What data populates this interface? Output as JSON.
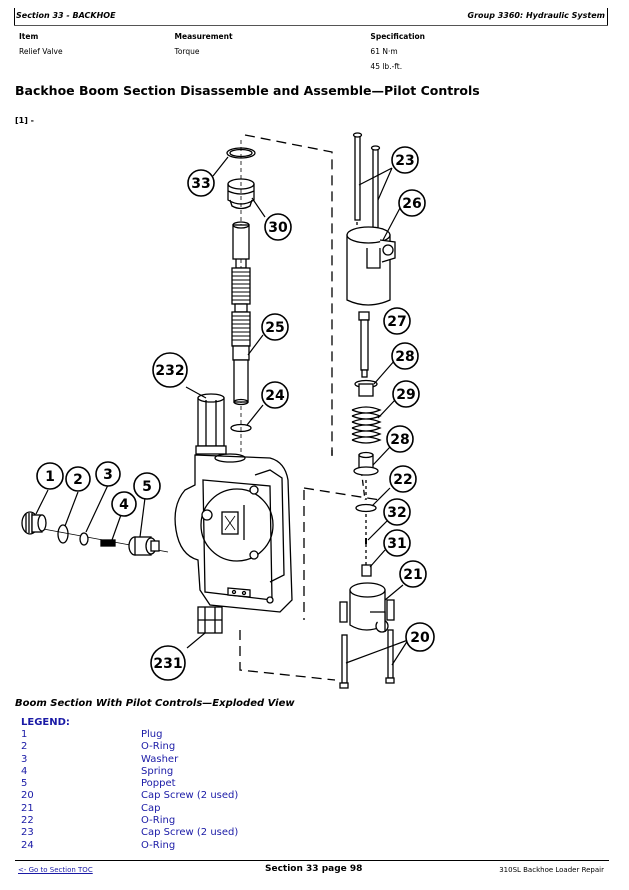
{
  "header": {
    "section": "Section 33 - BACKHOE",
    "group": "Group 3360: Hydraulic System"
  },
  "spec_table": {
    "columns": [
      "Item",
      "Measurement",
      "Specification"
    ],
    "rows": [
      [
        "Relief Valve",
        "Torque",
        "61 N·m"
      ],
      [
        "",
        "",
        "45 lb.-ft."
      ]
    ]
  },
  "title": "Backhoe Boom Section Disassemble and Assemble—Pilot Controls",
  "figure_ref": "[1] -",
  "diagram": {
    "callouts": [
      "33",
      "30",
      "23",
      "26",
      "25",
      "27",
      "232",
      "24",
      "28",
      "29",
      "28",
      "1",
      "2",
      "3",
      "22",
      "4",
      "5",
      "32",
      "31",
      "21",
      "20",
      "231"
    ]
  },
  "caption": "Boom Section With Pilot Controls—Exploded View",
  "legend": {
    "title": "LEGEND:",
    "items": [
      {
        "num": "1",
        "label": "Plug"
      },
      {
        "num": "2",
        "label": "O-Ring"
      },
      {
        "num": "3",
        "label": "Washer"
      },
      {
        "num": "4",
        "label": "Spring"
      },
      {
        "num": "5",
        "label": "Poppet"
      },
      {
        "num": "20",
        "label": "Cap Screw (2 used)"
      },
      {
        "num": "21",
        "label": "Cap"
      },
      {
        "num": "22",
        "label": "O-Ring"
      },
      {
        "num": "23",
        "label": "Cap Screw (2 used)"
      },
      {
        "num": "24",
        "label": "O-Ring"
      }
    ]
  },
  "footer": {
    "toc_link": "<- Go to Section TOC",
    "page": "Section 33 page 98",
    "book": "310SL Backhoe Loader Repair"
  }
}
